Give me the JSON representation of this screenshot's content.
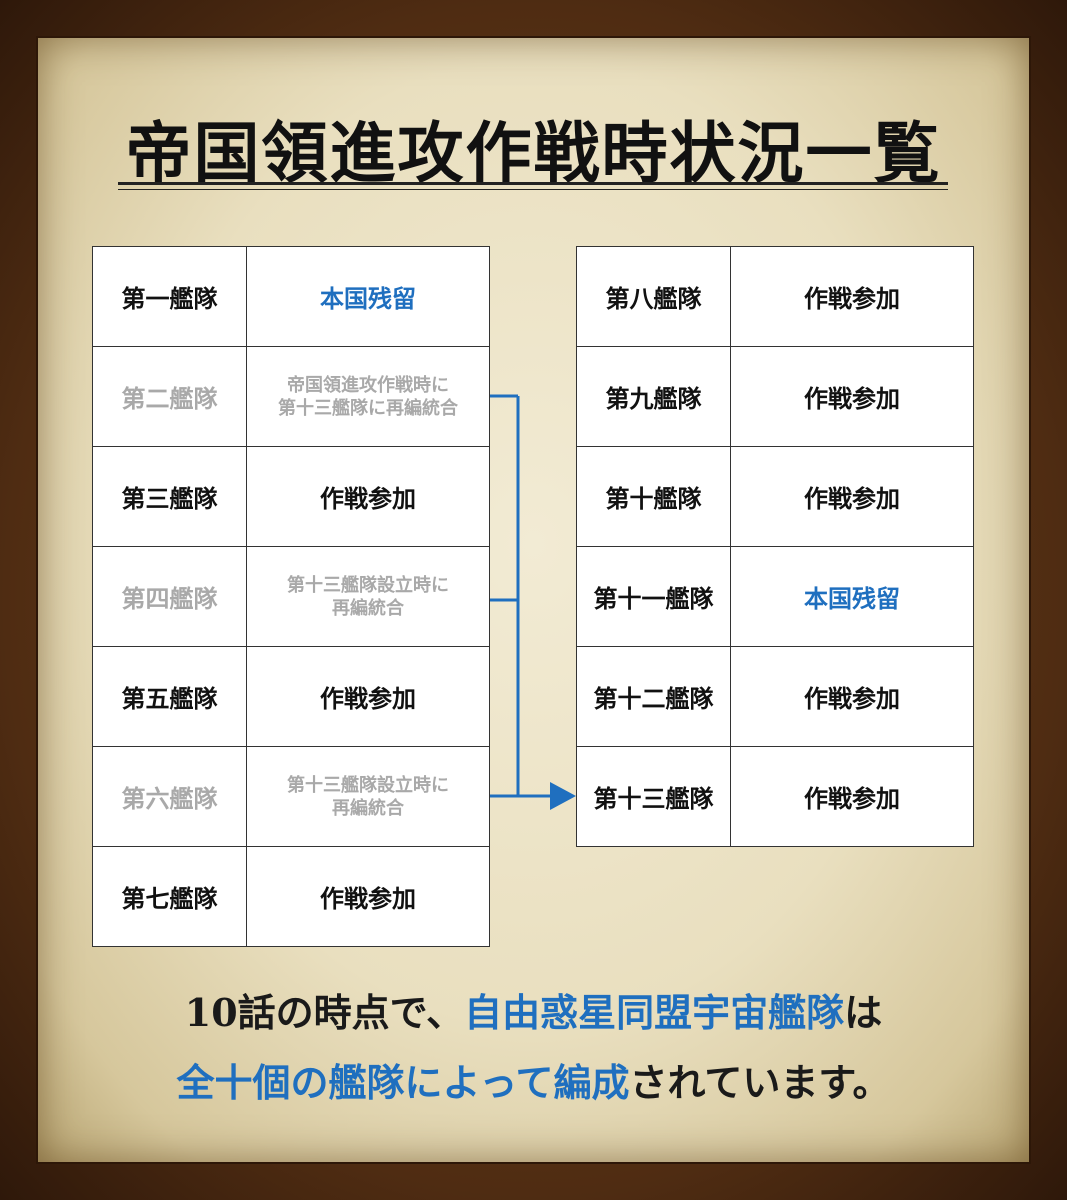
{
  "title": "帝国領進攻作戦時状況一覧",
  "colors": {
    "accent_blue": "#1f6fbf",
    "merged_gray": "#a9a9a9",
    "text": "#111111",
    "parchment": "#ece3c6",
    "frame": "#5a3216"
  },
  "left_fleets": [
    {
      "name": "第一艦隊",
      "status_lines": [
        "本国残留"
      ],
      "state": "stay"
    },
    {
      "name": "第二艦隊",
      "status_lines": [
        "帝国領進攻作戦時に",
        "第十三艦隊に再編統合"
      ],
      "state": "merged"
    },
    {
      "name": "第三艦隊",
      "status_lines": [
        "作戦参加"
      ],
      "state": "join"
    },
    {
      "name": "第四艦隊",
      "status_lines": [
        "第十三艦隊設立時に",
        "再編統合"
      ],
      "state": "merged"
    },
    {
      "name": "第五艦隊",
      "status_lines": [
        "作戦参加"
      ],
      "state": "join"
    },
    {
      "name": "第六艦隊",
      "status_lines": [
        "第十三艦隊設立時に",
        "再編統合"
      ],
      "state": "merged"
    },
    {
      "name": "第七艦隊",
      "status_lines": [
        "作戦参加"
      ],
      "state": "join"
    }
  ],
  "right_fleets": [
    {
      "name": "第八艦隊",
      "status_lines": [
        "作戦参加"
      ],
      "state": "join"
    },
    {
      "name": "第九艦隊",
      "status_lines": [
        "作戦参加"
      ],
      "state": "join"
    },
    {
      "name": "第十艦隊",
      "status_lines": [
        "作戦参加"
      ],
      "state": "join"
    },
    {
      "name": "第十一艦隊",
      "status_lines": [
        "本国残留"
      ],
      "state": "stay"
    },
    {
      "name": "第十二艦隊",
      "status_lines": [
        "作戦参加"
      ],
      "state": "join"
    },
    {
      "name": "第十三艦隊",
      "status_lines": [
        "作戦参加"
      ],
      "state": "join"
    }
  ],
  "caption": {
    "line1": [
      {
        "text": "10話の時点で、",
        "highlight": false
      },
      {
        "text": "自由惑星同盟宇宙艦隊",
        "highlight": true
      },
      {
        "text": "は",
        "highlight": false
      }
    ],
    "line2": [
      {
        "text": "全十個の艦隊によって編成",
        "highlight": true
      },
      {
        "text": "されています。",
        "highlight": false
      }
    ]
  }
}
